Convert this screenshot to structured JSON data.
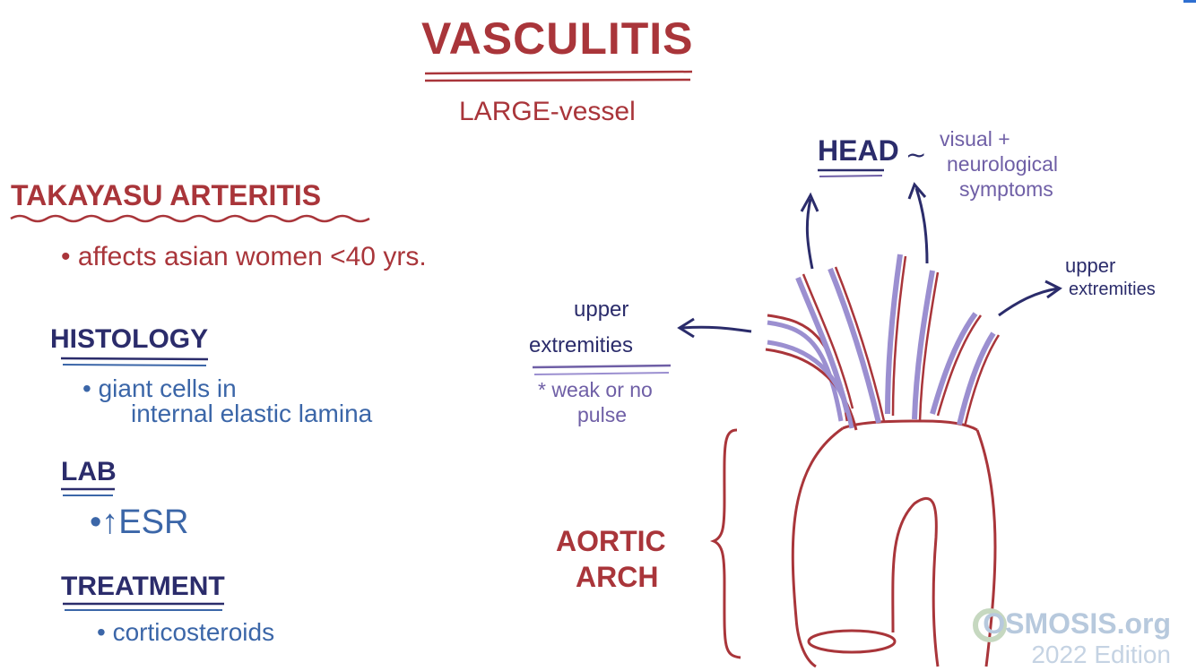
{
  "title": "VASCULITIS",
  "subtitle": "LARGE-vessel",
  "disease": {
    "name": "TAKAYASU ARTERITIS",
    "fact": "• affects asian women <40 yrs."
  },
  "histology": {
    "heading": "HISTOLOGY",
    "line1": "• giant cells in",
    "line2": "internal elastic lamina"
  },
  "lab": {
    "heading": "LAB",
    "item": "•↑ESR"
  },
  "treatment": {
    "heading": "TREATMENT",
    "item": "• corticosteroids"
  },
  "diagram": {
    "head_label": "HEAD",
    "head_tilde": "~",
    "head_note": [
      "visual +",
      "neurological",
      "symptoms"
    ],
    "upper_left_label": [
      "upper",
      "extremities"
    ],
    "upper_left_note": [
      "* weak or no",
      "pulse"
    ],
    "upper_right_label": [
      "upper",
      "extremities"
    ],
    "aortic_arch_label": [
      "AORTIC",
      "ARCH"
    ]
  },
  "logo": {
    "brand": "OSMOSIS.org",
    "edition": "2022 Edition"
  },
  "colors": {
    "red": "#a9353a",
    "blue": "#3b66a8",
    "navy": "#2b2c6b",
    "purple": "#6f5fa6",
    "vessel_lining": "#9b8fd0"
  }
}
